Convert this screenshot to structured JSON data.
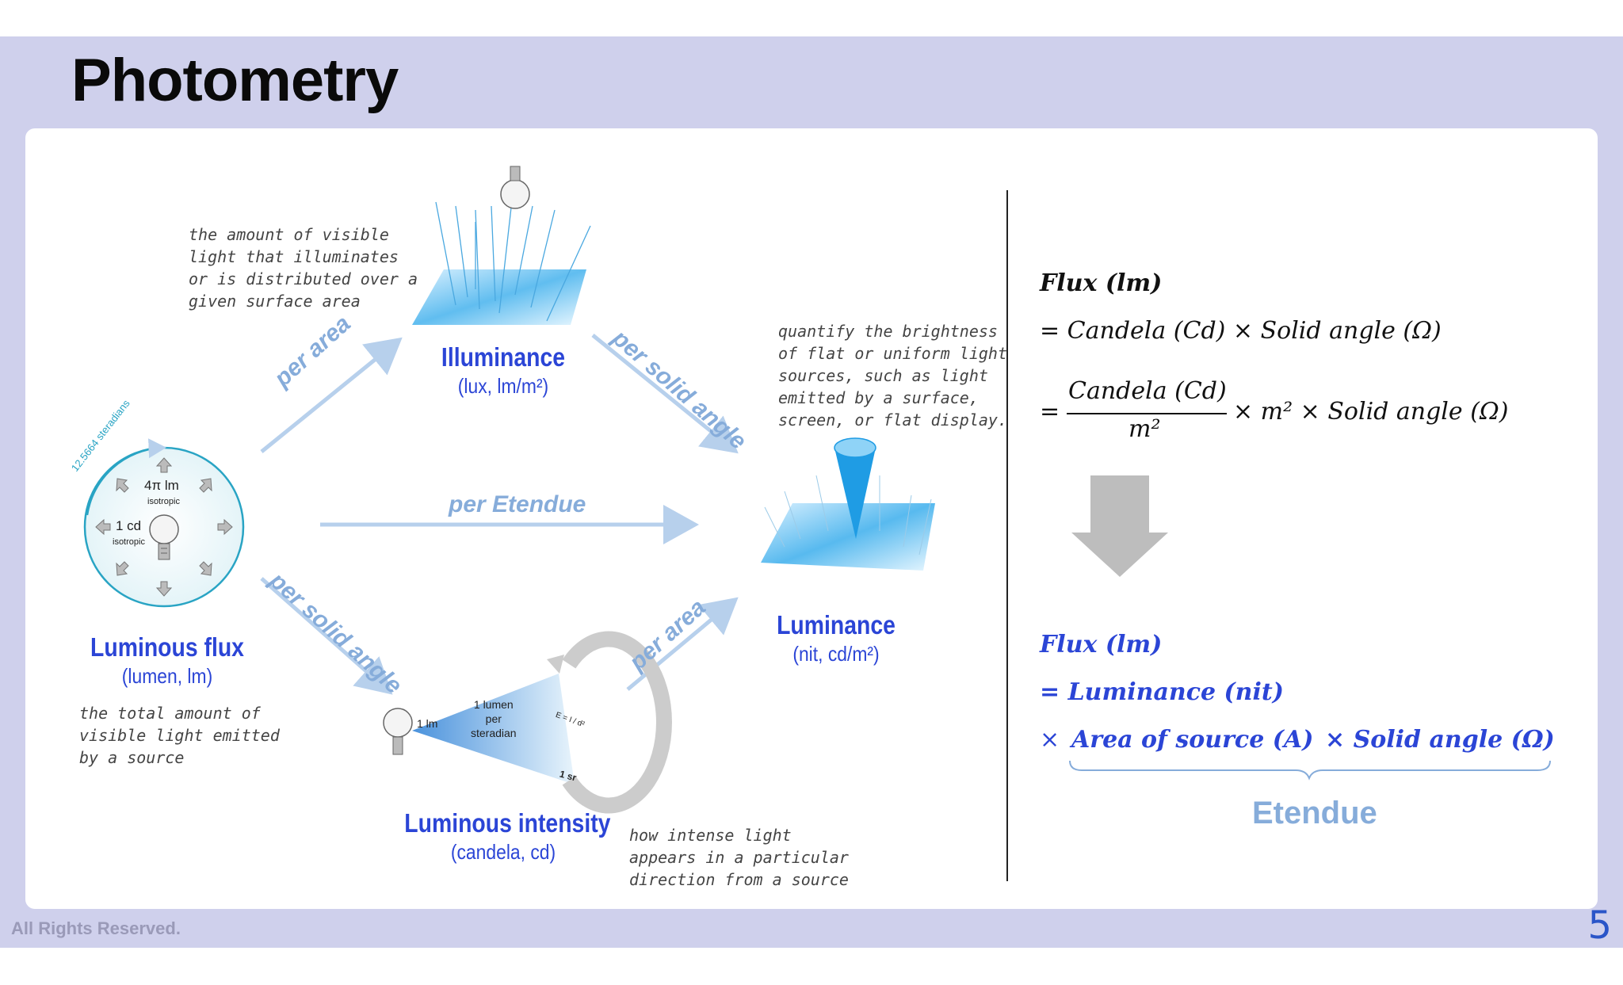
{
  "slide": {
    "title": "Photometry",
    "footer": "All Rights Reserved.",
    "page_number": "5"
  },
  "nodes": {
    "luminous_flux": {
      "title": "Luminous flux",
      "unit": "(lumen, lm)",
      "desc": "the total amount of\nvisible light emitted\nby a source"
    },
    "illuminance": {
      "title": "Illuminance",
      "unit": "(lux, lm/m²)",
      "desc": "the amount of visible\nlight that illuminates\nor is distributed over a\ngiven surface area"
    },
    "luminance": {
      "title": "Luminance",
      "unit": "(nit, cd/m²)",
      "desc": "quantify the brightness\nof flat or uniform light\nsources, such as light\nemitted by a surface,\nscreen, or flat display."
    },
    "luminous_intensity": {
      "title": "Luminous intensity",
      "unit": "(candela, cd)",
      "desc": "how intense light\nappears in a particular\ndirection from a source"
    }
  },
  "edges": {
    "flux_to_illuminance": "per area",
    "illuminance_to_luminance": "per solid angle",
    "flux_to_luminance": "per Etendue",
    "flux_to_intensity": "per solid angle",
    "intensity_to_luminance": "per area"
  },
  "figures": {
    "sphere": {
      "arc_label": "12.5664 steradians",
      "outer_label": "4π lm",
      "outer_sub": "isotropic",
      "inner_label": "1 cd",
      "inner_sub": "isotropic"
    },
    "cone": {
      "source_label": "1 lm",
      "center_label": "1 lumen\nper\nsteradian",
      "formula_label": "E = I / d²",
      "sr_label": "1 sr"
    }
  },
  "equations": {
    "eq1_lhs": "Flux (lm)",
    "eq1_line2": "= Candela (Cd) × Solid angle (Ω)",
    "eq1_eq": "=",
    "eq1_frac_num": "Candela (Cd)",
    "eq1_frac_den": "m²",
    "eq1_rest": "× m² × Solid angle (Ω)",
    "eq2_lhs": "Flux (lm)",
    "eq2_line2": "= Luminance (nit)",
    "eq2_line3_times": "×",
    "eq2_line3_area": "Area of source (A)",
    "eq2_line3_solid": "× Solid angle (Ω)",
    "brace_label": "Etendue"
  },
  "colors": {
    "slide_bg": "#cfd0ec",
    "node_title": "#2b45d6",
    "edge_label": "#86acda",
    "arrow_down": "#bdbdbd",
    "page_number": "#2a55c8"
  }
}
